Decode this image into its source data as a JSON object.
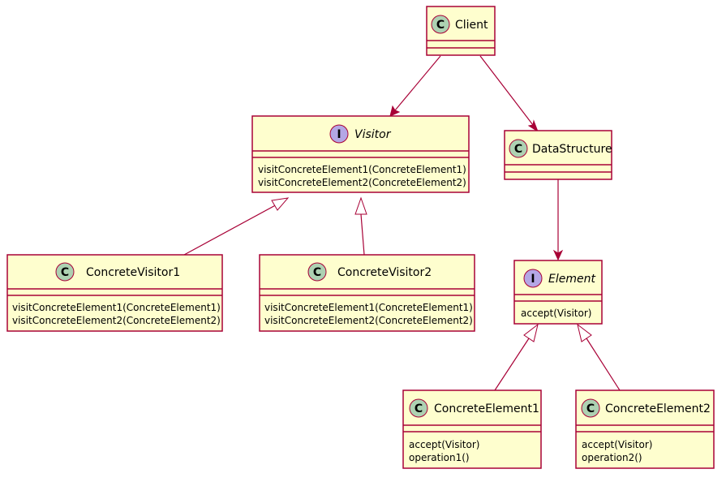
{
  "classes": {
    "client": {
      "name": "Client",
      "stereotype": "C",
      "methods": []
    },
    "visitor": {
      "name": "Visitor",
      "stereotype": "I",
      "methods": [
        "visitConcreteElement1(ConcreteElement1)",
        "visitConcreteElement2(ConcreteElement2)"
      ]
    },
    "data_structure": {
      "name": "DataStructure",
      "stereotype": "C",
      "methods": []
    },
    "concrete_visitor1": {
      "name": "ConcreteVisitor1",
      "stereotype": "C",
      "methods": [
        "visitConcreteElement1(ConcreteElement1)",
        "visitConcreteElement2(ConcreteElement2)"
      ]
    },
    "concrete_visitor2": {
      "name": "ConcreteVisitor2",
      "stereotype": "C",
      "methods": [
        "visitConcreteElement1(ConcreteElement1)",
        "visitConcreteElement2(ConcreteElement2)"
      ]
    },
    "element": {
      "name": "Element",
      "stereotype": "I",
      "methods": [
        "accept(Visitor)"
      ]
    },
    "concrete_element1": {
      "name": "ConcreteElement1",
      "stereotype": "C",
      "methods": [
        "accept(Visitor)",
        "operation1()"
      ]
    },
    "concrete_element2": {
      "name": "ConcreteElement2",
      "stereotype": "C",
      "methods": [
        "accept(Visitor)",
        "operation2()"
      ]
    }
  },
  "relations": [
    {
      "from": "client",
      "to": "visitor",
      "kind": "association"
    },
    {
      "from": "client",
      "to": "data_structure",
      "kind": "association"
    },
    {
      "from": "data_structure",
      "to": "element",
      "kind": "association"
    },
    {
      "from": "concrete_visitor1",
      "to": "visitor",
      "kind": "realization"
    },
    {
      "from": "concrete_visitor2",
      "to": "visitor",
      "kind": "realization"
    },
    {
      "from": "concrete_element1",
      "to": "element",
      "kind": "realization"
    },
    {
      "from": "concrete_element2",
      "to": "element",
      "kind": "realization"
    }
  ],
  "colors": {
    "box_fill": "#FEFECE",
    "border": "#A80036",
    "class_badge": "#ADD1B2",
    "interface_badge": "#B4A7E5"
  }
}
